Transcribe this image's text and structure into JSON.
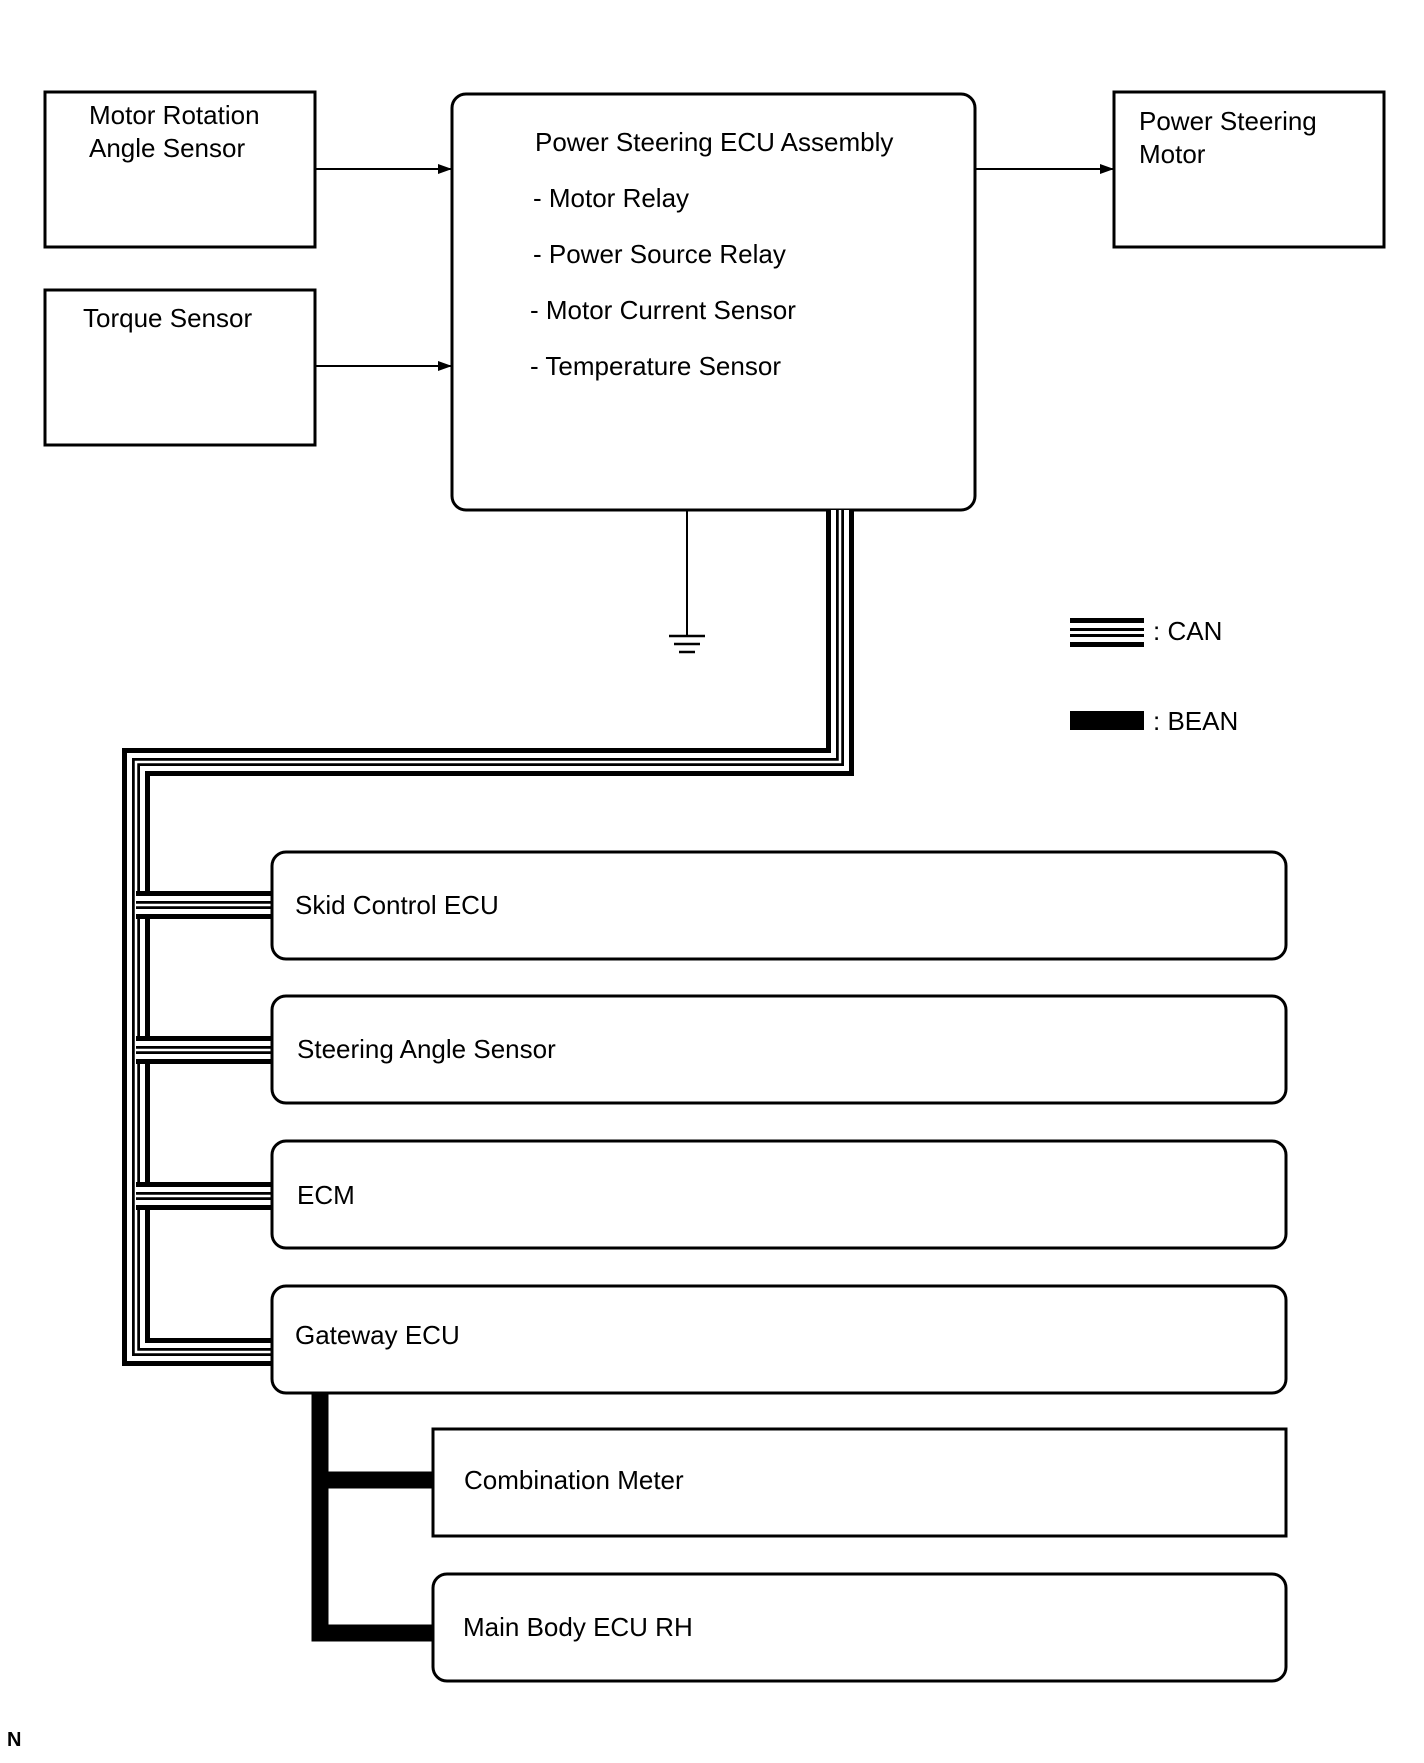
{
  "sensors": {
    "motor_rotation": {
      "line1": "Motor Rotation",
      "line2": "Angle Sensor"
    },
    "torque": {
      "label": "Torque Sensor"
    }
  },
  "ecu": {
    "title": "Power Steering ECU Assembly",
    "items": [
      "- Motor Relay",
      "- Power Source Relay",
      "- Motor Current Sensor",
      "- Temperature Sensor"
    ]
  },
  "motor": {
    "line1": "Power Steering",
    "line2": "Motor"
  },
  "legend": {
    "can": ": CAN",
    "bean": ": BEAN"
  },
  "can_nodes": [
    "Skid Control ECU",
    "Steering Angle Sensor",
    "ECM",
    "Gateway ECU"
  ],
  "bean_nodes": [
    "Combination Meter",
    "Main Body ECU RH"
  ],
  "corner_mark": "N"
}
